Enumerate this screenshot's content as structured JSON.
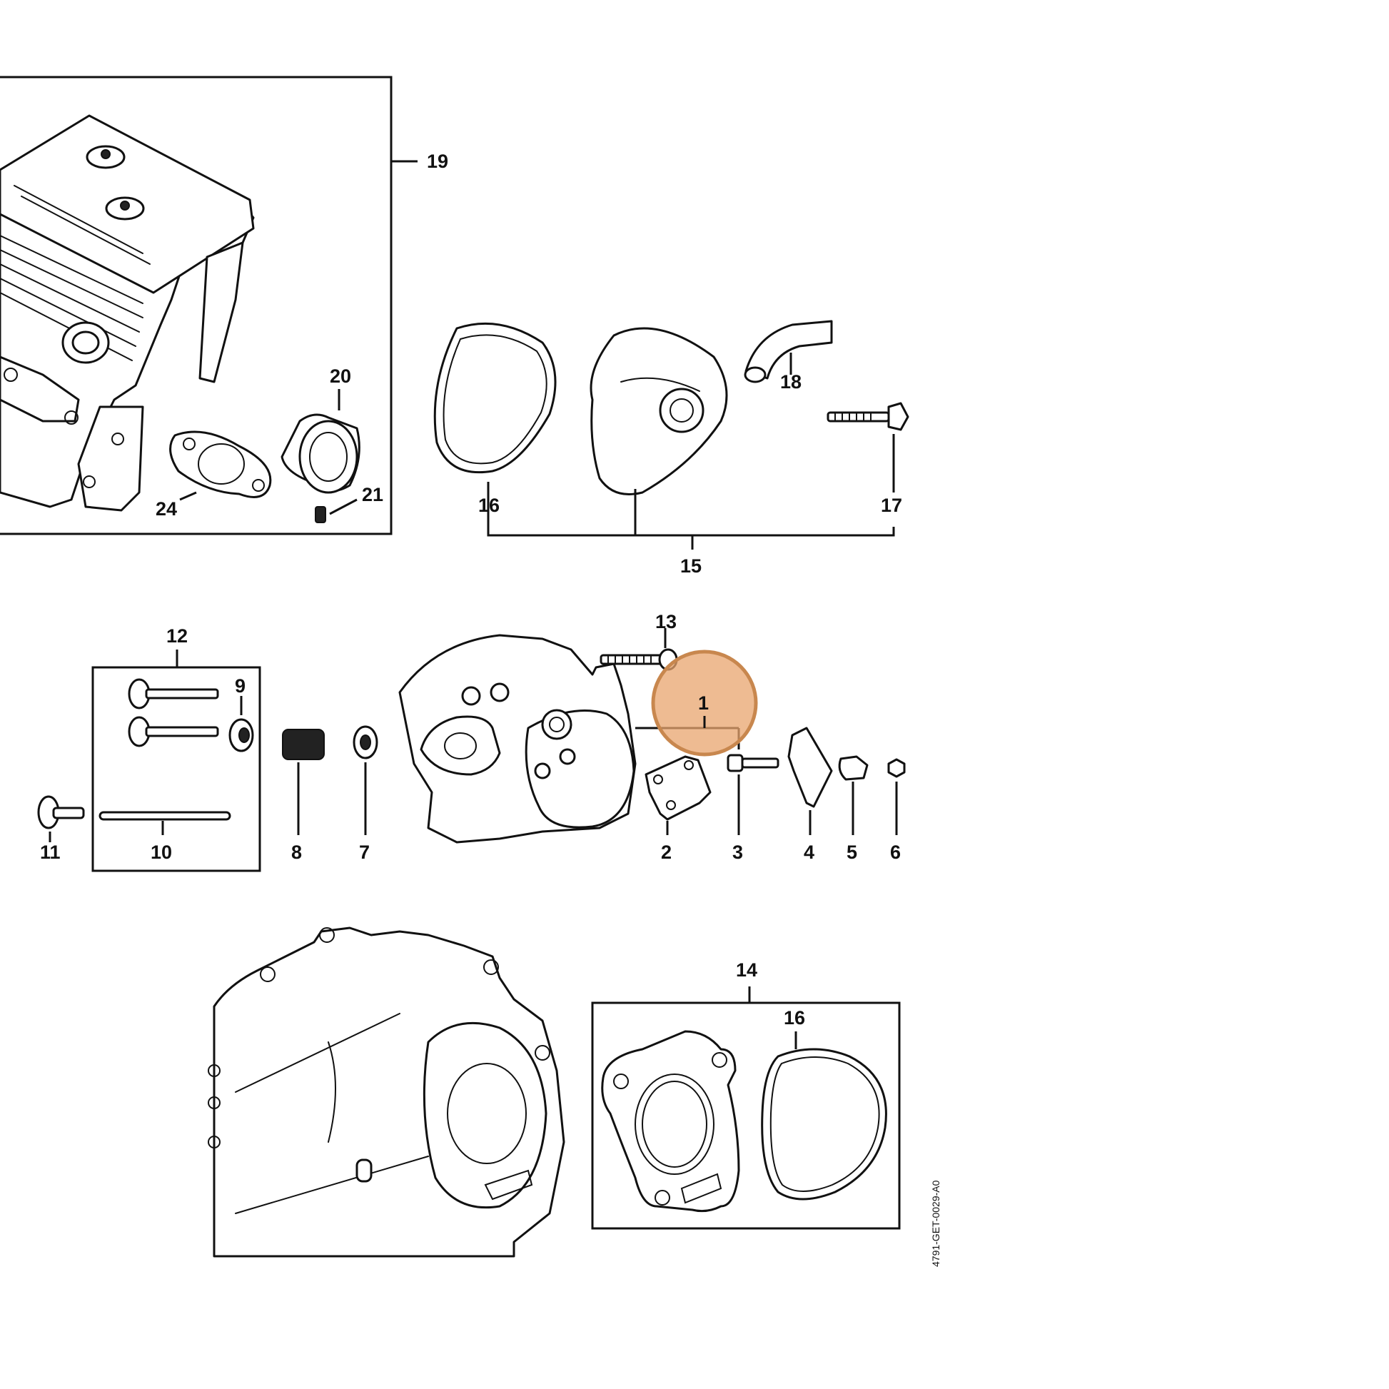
{
  "diagram": {
    "reference_code": "4791-GET-0029-A0",
    "highlight": {
      "label": "1",
      "color": "#e8a46e",
      "stroke": "#c8874e"
    },
    "labels": {
      "p1": "1",
      "p2": "2",
      "p3": "3",
      "p4": "4",
      "p5": "5",
      "p6": "6",
      "p7": "7",
      "p8": "8",
      "p9": "9",
      "p10": "10",
      "p11": "11",
      "p12": "12",
      "p13": "13",
      "p14": "14",
      "p15": "15",
      "p16a": "16",
      "p16b": "16",
      "p17": "17",
      "p18": "18",
      "p19": "19",
      "p20": "20",
      "p21": "21",
      "p24": "24"
    }
  }
}
